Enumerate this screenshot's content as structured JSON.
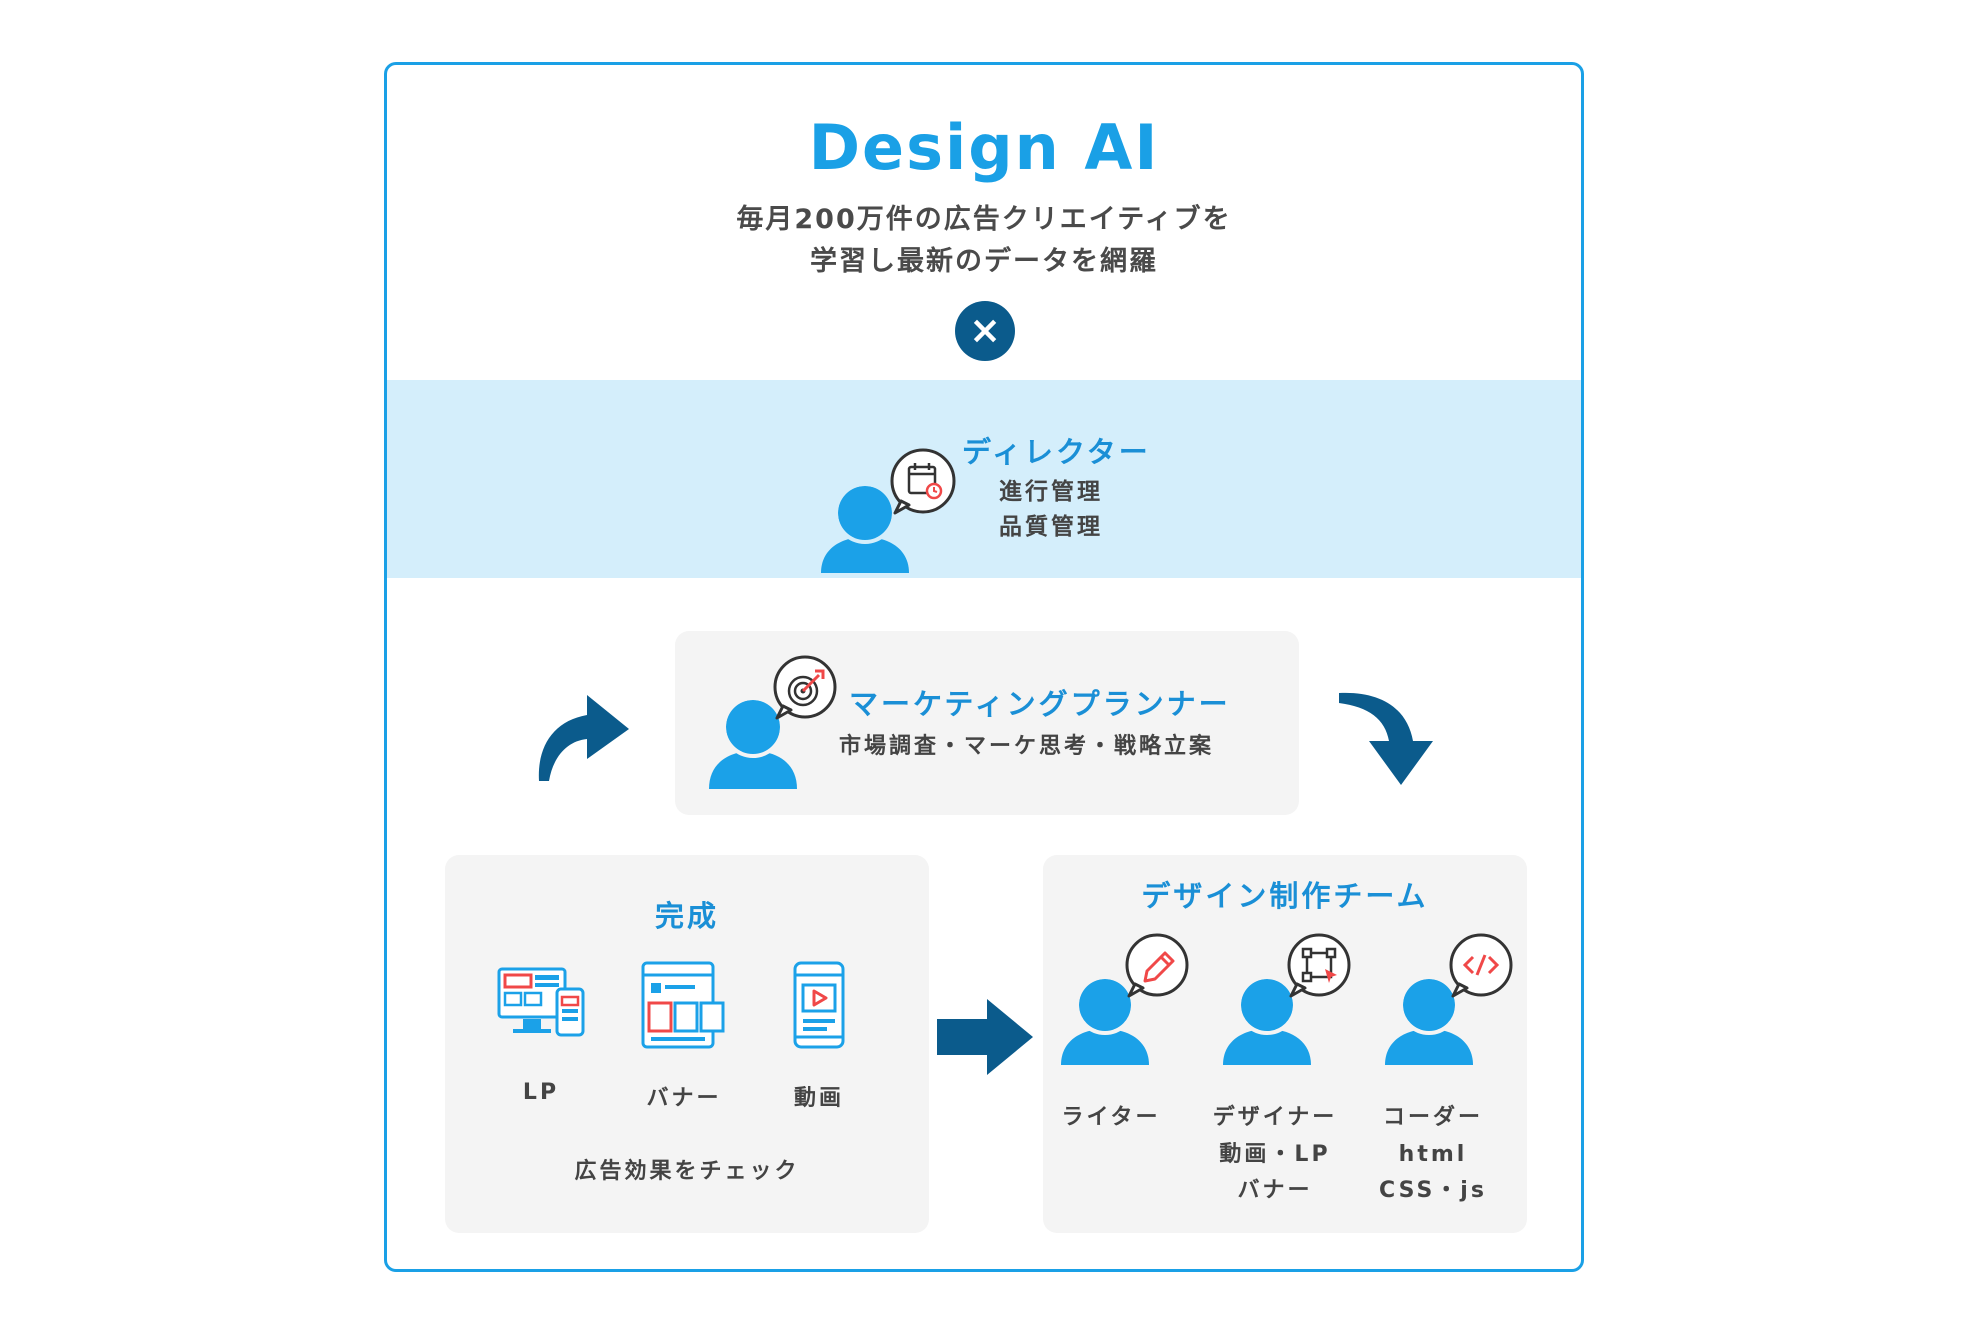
{
  "header": {
    "title": "Design AI",
    "subtitle_line1": "毎月200万件の広告クリエイティブを",
    "subtitle_line2": "学習し最新のデータを網羅",
    "times_symbol": "×"
  },
  "director": {
    "title": "ディレクター",
    "desc_line1": "進行管理",
    "desc_line2": "品質管理",
    "icon": "calendar-icon"
  },
  "planner": {
    "title": "マーケティングプランナー",
    "desc": "市場調査・マーケ思考・戦略立案",
    "icon": "target-icon"
  },
  "complete": {
    "title": "完成",
    "items": [
      {
        "label": "LP",
        "icon": "devices-icon"
      },
      {
        "label": "バナー",
        "icon": "banner-icon"
      },
      {
        "label": "動画",
        "icon": "video-phone-icon"
      }
    ],
    "footer": "広告効果をチェック"
  },
  "team": {
    "title": "デザイン制作チーム",
    "members": [
      {
        "role": "ライター",
        "desc1": "",
        "desc2": "",
        "icon": "pencil-icon"
      },
      {
        "role": "デザイナー",
        "desc1": "動画・LP",
        "desc2": "バナー",
        "icon": "vector-pen-icon"
      },
      {
        "role": "コーダー",
        "desc1": "html",
        "desc2": "CSS・js",
        "icon": "code-icon"
      }
    ]
  },
  "colors": {
    "accent": "#1aa0e6",
    "person": "#1ba1e8",
    "dark_blue": "#0b5b8c",
    "band": "#d4eefb",
    "card": "#f4f4f4",
    "icon_red": "#f04848"
  }
}
